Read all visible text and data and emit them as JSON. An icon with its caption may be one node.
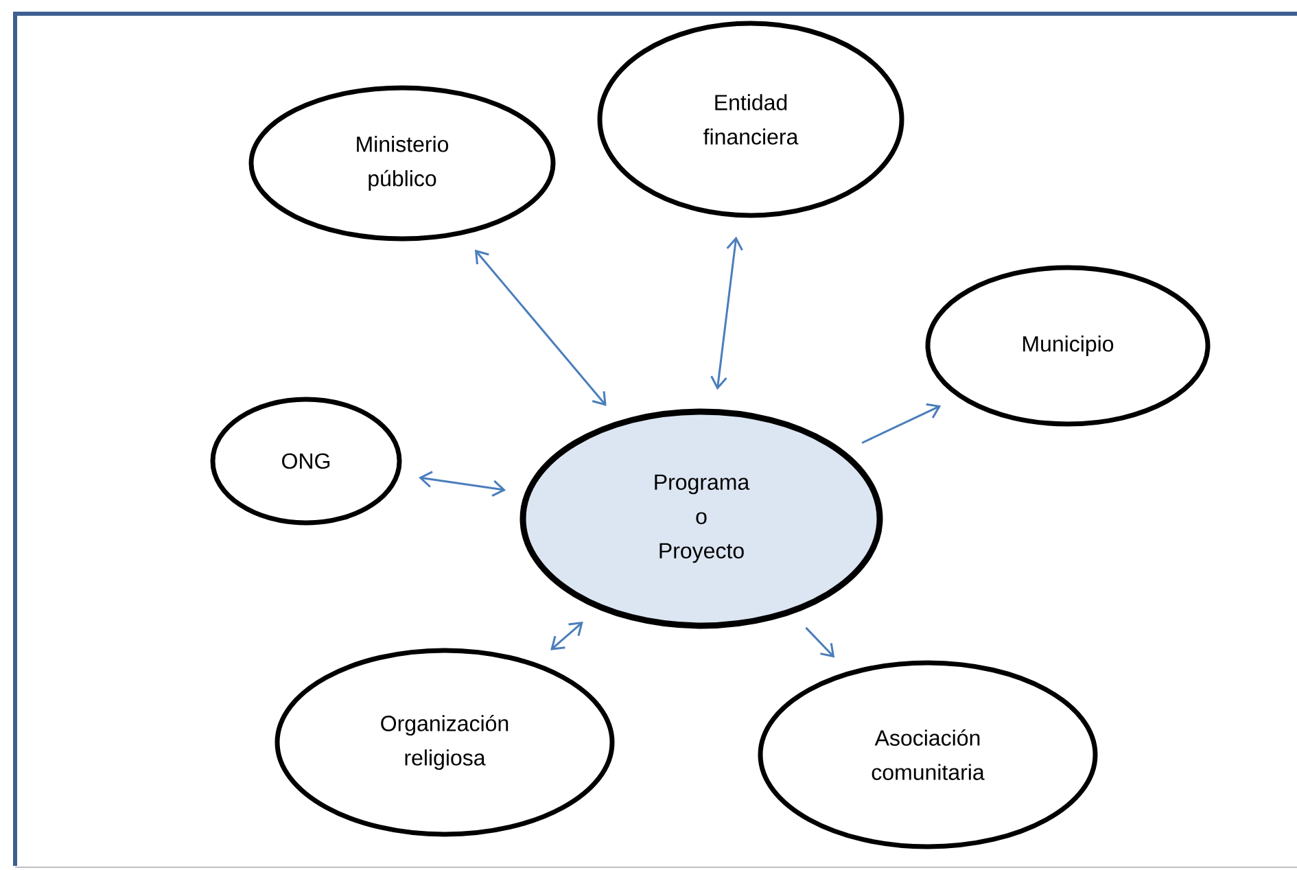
{
  "diagram": {
    "nodes": [
      {
        "text": [
          "Entidad financiera"
        ]
      },
      {
        "text": [
          "Ministerio público"
        ]
      },
      {
        "text": [
          "Municipio"
        ]
      },
      {
        "text": [
          "ONG"
        ]
      },
      {
        "text": [
          "Programa o Proyecto"
        ]
      },
      {
        "text": [
          "Organización religiosa"
        ]
      },
      {
        "text": [
          "Asociación comunitaria"
        ]
      }
    ],
    "edges": [
      {
        "from": 4,
        "to": 0,
        "arrow": "both"
      },
      {
        "from": 4,
        "to": 1,
        "arrow": "both"
      },
      {
        "from": 4,
        "to": 2,
        "arrow": "to"
      },
      {
        "from": 4,
        "to": 3,
        "arrow": "both"
      },
      {
        "from": 4,
        "to": 5,
        "arrow": "both"
      },
      {
        "from": 4,
        "to": 6,
        "arrow": "to"
      }
    ]
  }
}
